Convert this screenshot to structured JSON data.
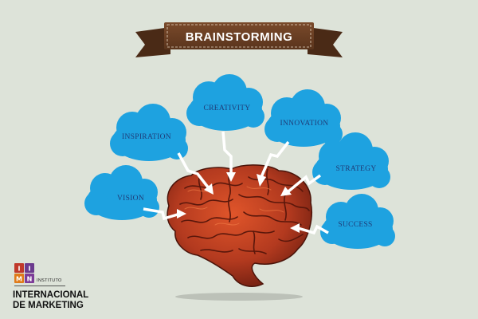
{
  "banner": {
    "title": "BRAINSTORMING"
  },
  "clouds": {
    "creativity": "CREATIVITY",
    "inspiration": "INSPIRATION",
    "innovation": "INNOVATION",
    "strategy": "STRATEGY",
    "vision": "VISION",
    "success": "SUCCESS"
  },
  "logo": {
    "cells": [
      "I",
      "I",
      "M",
      "N"
    ],
    "cell_colors": [
      "#c0392b",
      "#6b3a8e",
      "#e07b1a",
      "#7d3c98"
    ],
    "line1": "INSTITUTO",
    "line2": "INTERNACIONAL",
    "line3": "DE MARKETING"
  },
  "colors": {
    "background": "#dde3d9",
    "banner": "#6b3f24",
    "cloud": "#1ea2e0",
    "brain": "#b33a1f",
    "arrow": "#ffffff"
  }
}
